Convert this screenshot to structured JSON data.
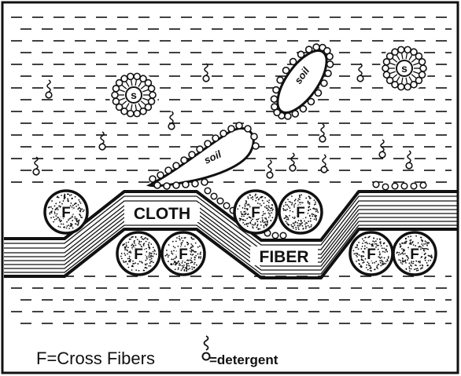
{
  "labels": {
    "cloth": "CLOTH",
    "fiber": "FIBER",
    "soil": "soil",
    "s": "s",
    "f": "F"
  },
  "legend": {
    "cross_fibers": "F=Cross Fibers",
    "detergent": "=detergent"
  },
  "colors": {
    "ink": "#111111",
    "background": "#ffffff"
  }
}
